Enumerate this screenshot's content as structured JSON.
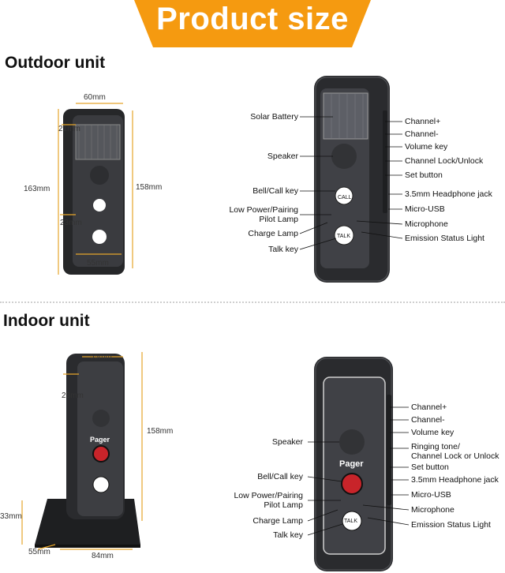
{
  "banner": {
    "title": "Product size"
  },
  "sections": {
    "outdoor_title": "Outdoor unit",
    "indoor_title": "Indoor unit"
  },
  "outdoor_dims": {
    "width": "60mm",
    "top_offset": "21mm",
    "height_outer": "163mm",
    "height_inner": "158mm",
    "side_offset": "23mm",
    "bottom_width": "55mm"
  },
  "outdoor_labels": {
    "solar": "Solar Battery",
    "speaker": "Speaker",
    "bell": "Bell/Call key",
    "low_power_1": "Low Power/Pairing",
    "low_power_2": "Pilot Lamp",
    "charge": "Charge Lamp",
    "talk_key": "Talk key",
    "channel_plus": "Channel+",
    "channel_minus": "Channel-",
    "volume": "Volume key",
    "channel_lock": "Channel Lock/Unlock",
    "set_button": "Set button",
    "headphone": "3.5mm Headphone jack",
    "micro_usb": "Micro-USB",
    "microphone": "Microphone",
    "emission": "Emission Status Light"
  },
  "indoor_dims": {
    "top_width": "55mm",
    "top_offset": "23mm",
    "height": "158mm",
    "base_height": "33mm",
    "base_depth": "55mm",
    "base_width": "84mm"
  },
  "indoor_labels": {
    "speaker": "Speaker",
    "bell": "Bell/Call key",
    "low_power_1": "Low Power/Pairing",
    "low_power_2": "Pilot Lamp",
    "charge": "Charge Lamp",
    "talk_key": "Talk key",
    "channel_plus": "Channel+",
    "channel_minus": "Channel-",
    "volume": "Volume key",
    "ringing_1": "Ringing tone/",
    "ringing_2": "Channel Lock or Unlock",
    "set_button": "Set button",
    "headphone": "3.5mm Headphone jack",
    "micro_usb": "Micro-USB",
    "microphone": "Microphone",
    "emission": "Emission Status Light"
  },
  "device_text": {
    "call": "CALL",
    "talk": "TALK",
    "pager": "Pager"
  },
  "colors": {
    "banner": "#f59a10",
    "dimension_line": "#e5a52b",
    "device_body": "#2a2b2e",
    "call_button_red": "#c8242a"
  }
}
